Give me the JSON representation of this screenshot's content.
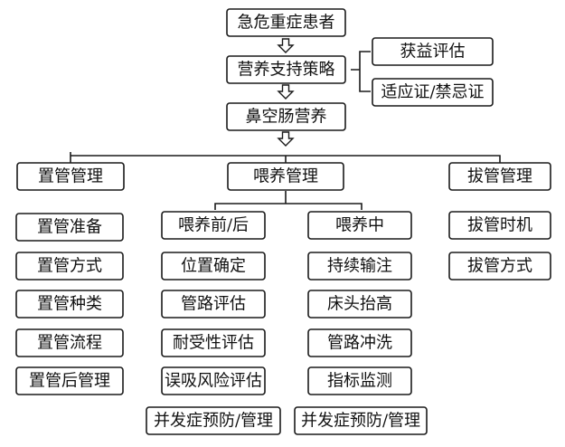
{
  "flow": {
    "root": "急危重症患者",
    "strategy": "营养支持策略",
    "benefit": "获益评估",
    "indication": "适应证/禁忌证",
    "nasal": "鼻空肠营养"
  },
  "branches": {
    "placement": {
      "title": "置管管理",
      "items": [
        "置管准备",
        "置管方式",
        "置管种类",
        "置管流程",
        "置管后管理"
      ]
    },
    "feeding": {
      "title": "喂养管理",
      "before_after": {
        "title": "喂养前/后",
        "items": [
          "位置确定",
          "管路评估",
          "耐受性评估",
          "误吸风险评估",
          "并发症预防/管理"
        ]
      },
      "during": {
        "title": "喂养中",
        "items": [
          "持续输注",
          "床头抬高",
          "管路冲洗",
          "指标监测",
          "并发症预防/管理"
        ]
      }
    },
    "removal": {
      "title": "拔管管理",
      "items": [
        "拔管时机",
        "拔管方式"
      ]
    }
  }
}
